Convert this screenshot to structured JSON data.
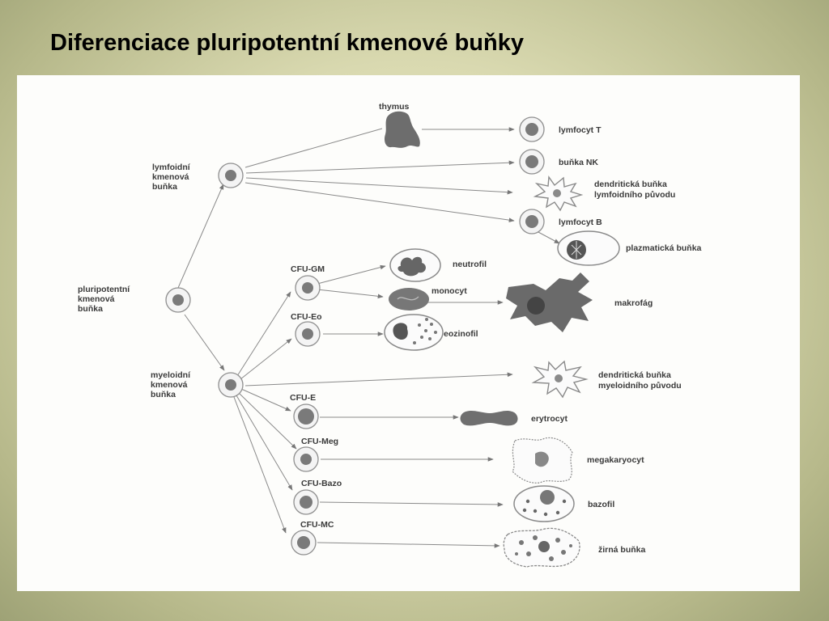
{
  "slide": {
    "title": "Diferenciace pluripotentní kmenové buňky"
  },
  "nodes": {
    "pluripotent": [
      "pluripotentní",
      "kmenová",
      "buňka"
    ],
    "lymphoid": [
      "lymfoidní",
      "kmenová",
      "buňka"
    ],
    "myeloid": [
      "myeloidní",
      "kmenová",
      "buňka"
    ],
    "thymus": "thymus",
    "cfu_gm": "CFU-GM",
    "cfu_eo": "CFU-Eo",
    "cfu_e": "CFU-E",
    "cfu_meg": "CFU-Meg",
    "cfu_bazo": "CFU-Bazo",
    "cfu_mc": "CFU-MC"
  },
  "outputs": {
    "lymfocyt_t": "lymfocyt T",
    "bunka_nk": "buňka NK",
    "dendritic_lymph": [
      "dendritická buňka",
      "lymfoidního původu"
    ],
    "lymfocyt_b": "lymfocyt B",
    "plasma": "plazmatická buňka",
    "neutrofil": "neutrofil",
    "monocyt": "monocyt",
    "makrofag": "makrofág",
    "eozinofil": "eozinofil",
    "dendritic_myel": [
      "dendritická buňka",
      "myeloidního původu"
    ],
    "erytrocyt": "erytrocyt",
    "megakaryocyt": "megakaryocyt",
    "bazofil": "bazofil",
    "zirna": "žirná buňka"
  },
  "colors": {
    "background": "#d9d9b0",
    "panel": "#fdfdfb",
    "line": "#8a8a8a",
    "cell": "#7a7a7a"
  }
}
